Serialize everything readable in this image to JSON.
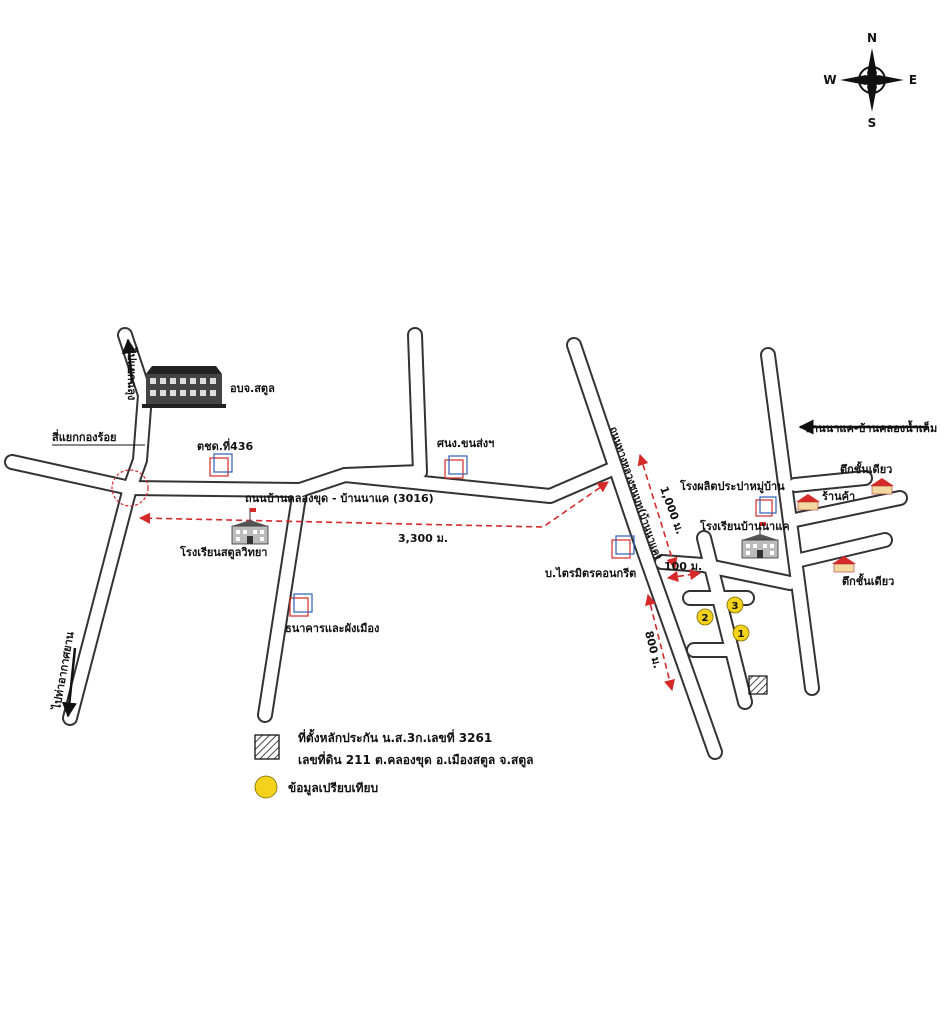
{
  "compass": {
    "north": "N",
    "south": "S",
    "east": "E",
    "west": "W"
  },
  "roads": {
    "main_road": "ถนนบ้านคลองขุด - บ้านนาแค (3016)",
    "to_thungsong": "ไปแยกฉลุง",
    "to_south": "ไปท่าอากาศยาน",
    "east_road_top": "บ้านนาแค-บ้านคลองน้ำเค็ม",
    "rural_road": "ถนนทางหลวงชนบท(บ้านนาแค)"
  },
  "landmarks": {
    "intersection": "สี่แยกกองร้อย",
    "provincial_office": "อบจ.สตูล",
    "post_436": "ตชด.ที่436",
    "school_left": "โรงเรียนสตูลวิทยา",
    "office_mid": "ธนาคารและผังเมือง",
    "office_top": "ศนง.ขนส่งฯ",
    "concrete_company": "บ.ไตรมิตรคอนกรีต",
    "water_plant": "โรงผลิตประปาหมู่บ้าน",
    "school_right": "โรงเรียนบ้านนาแค",
    "shophouse_top": "ตึกชั้นเดียว",
    "shop": "ร้านค้า",
    "shophouse_bottom": "ตึกชั้นเดียว"
  },
  "distances": {
    "d3300": "3,300 ม.",
    "d1000": "1,000 ม.",
    "d100": "100 ม.",
    "d800": "800 ม."
  },
  "comparables": [
    "1",
    "2",
    "3"
  ],
  "legend": {
    "collateral_line1": "ที่ตั้งหลักประกัน น.ส.3ก.เลขที่ 3261",
    "collateral_line2": "เลขที่ดิน 211 ต.คลองขุด อ.เมืองสตูล จ.สตูล",
    "comparable_label": "ข้อมูลเปรียบเทียบ"
  },
  "colors": {
    "road_fill": "#ffffff",
    "road_edge": "#333333",
    "route": "#d62a2a",
    "marker": "#f2d21b"
  }
}
